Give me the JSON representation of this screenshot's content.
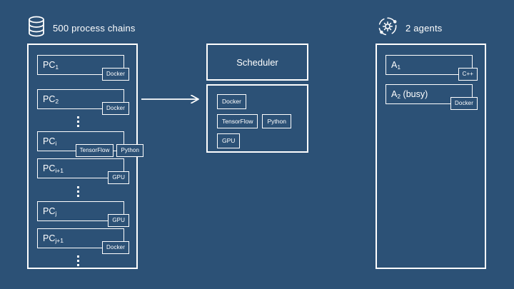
{
  "canvas": {
    "background": "#2c5176",
    "foreground": "#ffffff"
  },
  "chains": {
    "icon": "database-icon",
    "header": "500 process chains",
    "items": [
      {
        "name": "PC",
        "sub": "1",
        "suffix": "",
        "tags": [
          "Docker"
        ]
      },
      {
        "name": "PC",
        "sub": "2",
        "suffix": "",
        "tags": [
          "Docker"
        ]
      },
      {
        "name": "PC",
        "sub": "i",
        "suffix": "",
        "tags": [
          "TensorFlow",
          "Python"
        ]
      },
      {
        "name": "PC",
        "sub": "i+1",
        "suffix": "",
        "tags": [
          "GPU"
        ]
      },
      {
        "name": "PC",
        "sub": "j",
        "suffix": "",
        "tags": [
          "GPU"
        ]
      },
      {
        "name": "PC",
        "sub": "j+1",
        "suffix": "",
        "tags": [
          "Docker"
        ]
      }
    ]
  },
  "scheduler": {
    "title": "Scheduler",
    "capability_rows": [
      [
        "Docker"
      ],
      [
        "TensorFlow",
        "Python"
      ],
      [
        "GPU"
      ]
    ]
  },
  "flow": {
    "arrow": "arrow-right"
  },
  "agents": {
    "icon": "gear-orbit-icon",
    "header": "2 agents",
    "items": [
      {
        "name": "A",
        "sub": "1",
        "suffix": "",
        "tags": [
          "C++"
        ]
      },
      {
        "name": "A",
        "sub": "2",
        "suffix": " (busy)",
        "tags": [
          "Docker"
        ]
      }
    ]
  }
}
